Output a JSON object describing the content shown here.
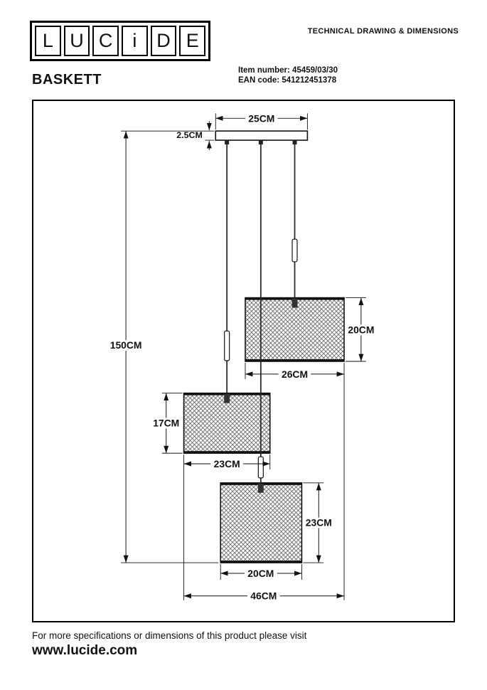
{
  "header": {
    "logo": {
      "letters": [
        "L",
        "U",
        "C",
        "i",
        "D",
        "E"
      ]
    },
    "tagline": "TECHNICAL DRAWING & DIMENSIONS",
    "product_name": "BASKETT",
    "item_number_label": "Item number:",
    "item_number_value": "45459/03/30",
    "ean_label": "EAN code:",
    "ean_value": "541212451378"
  },
  "drawing": {
    "labels": {
      "ceiling_width": "25CM",
      "canopy_height": "2.5CM",
      "total_drop": "150CM",
      "top_shade_height": "20CM",
      "top_shade_width": "26CM",
      "middle_shade_height": "17CM",
      "middle_shade_width": "23CM",
      "bottom_shade_height": "23CM",
      "bottom_shade_width": "20CM",
      "total_width": "46CM"
    }
  },
  "footer": {
    "note": "For more specifications or dimensions of this product please visit",
    "website": "www.lucide.com"
  }
}
